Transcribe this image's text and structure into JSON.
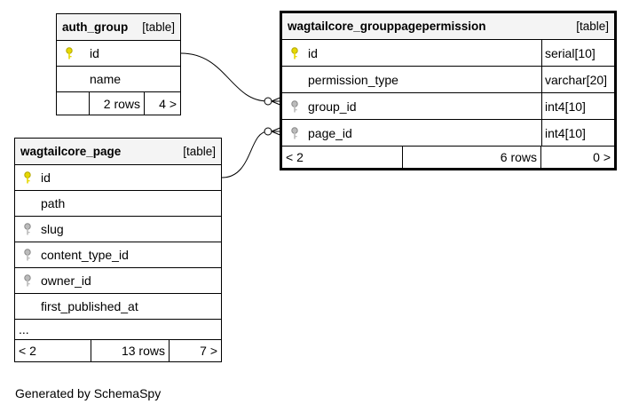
{
  "tables": {
    "auth_group": {
      "name": "auth_group",
      "kind": "[table]",
      "columns": [
        {
          "name": "id",
          "key": "primary"
        },
        {
          "name": "name",
          "key": "none"
        }
      ],
      "footer": {
        "left": "",
        "rows": "2 rows",
        "right": "4 >"
      }
    },
    "grouppagepermission": {
      "name": "wagtailcore_grouppagepermission",
      "kind": "[table]",
      "columns": [
        {
          "name": "id",
          "type": "serial[10]",
          "key": "primary"
        },
        {
          "name": "permission_type",
          "type": "varchar[20]",
          "key": "none"
        },
        {
          "name": "group_id",
          "type": "int4[10]",
          "key": "foreign"
        },
        {
          "name": "page_id",
          "type": "int4[10]",
          "key": "foreign"
        }
      ],
      "footer": {
        "left": "< 2",
        "rows": "6 rows",
        "right": "0 >"
      }
    },
    "page": {
      "name": "wagtailcore_page",
      "kind": "[table]",
      "columns": [
        {
          "name": "id",
          "key": "primary"
        },
        {
          "name": "path",
          "key": "none"
        },
        {
          "name": "slug",
          "key": "foreign"
        },
        {
          "name": "content_type_id",
          "key": "foreign"
        },
        {
          "name": "owner_id",
          "key": "foreign"
        },
        {
          "name": "first_published_at",
          "key": "none"
        },
        {
          "name": "...",
          "key": "none"
        }
      ],
      "footer": {
        "left": "< 2",
        "rows": "13 rows",
        "right": "7 >"
      }
    }
  },
  "caption": "Generated by SchemaSpy",
  "colors": {
    "primary_key": "#e6d800",
    "foreign_key": "#aaaaaa",
    "header_bg": "#f4f4f4"
  }
}
